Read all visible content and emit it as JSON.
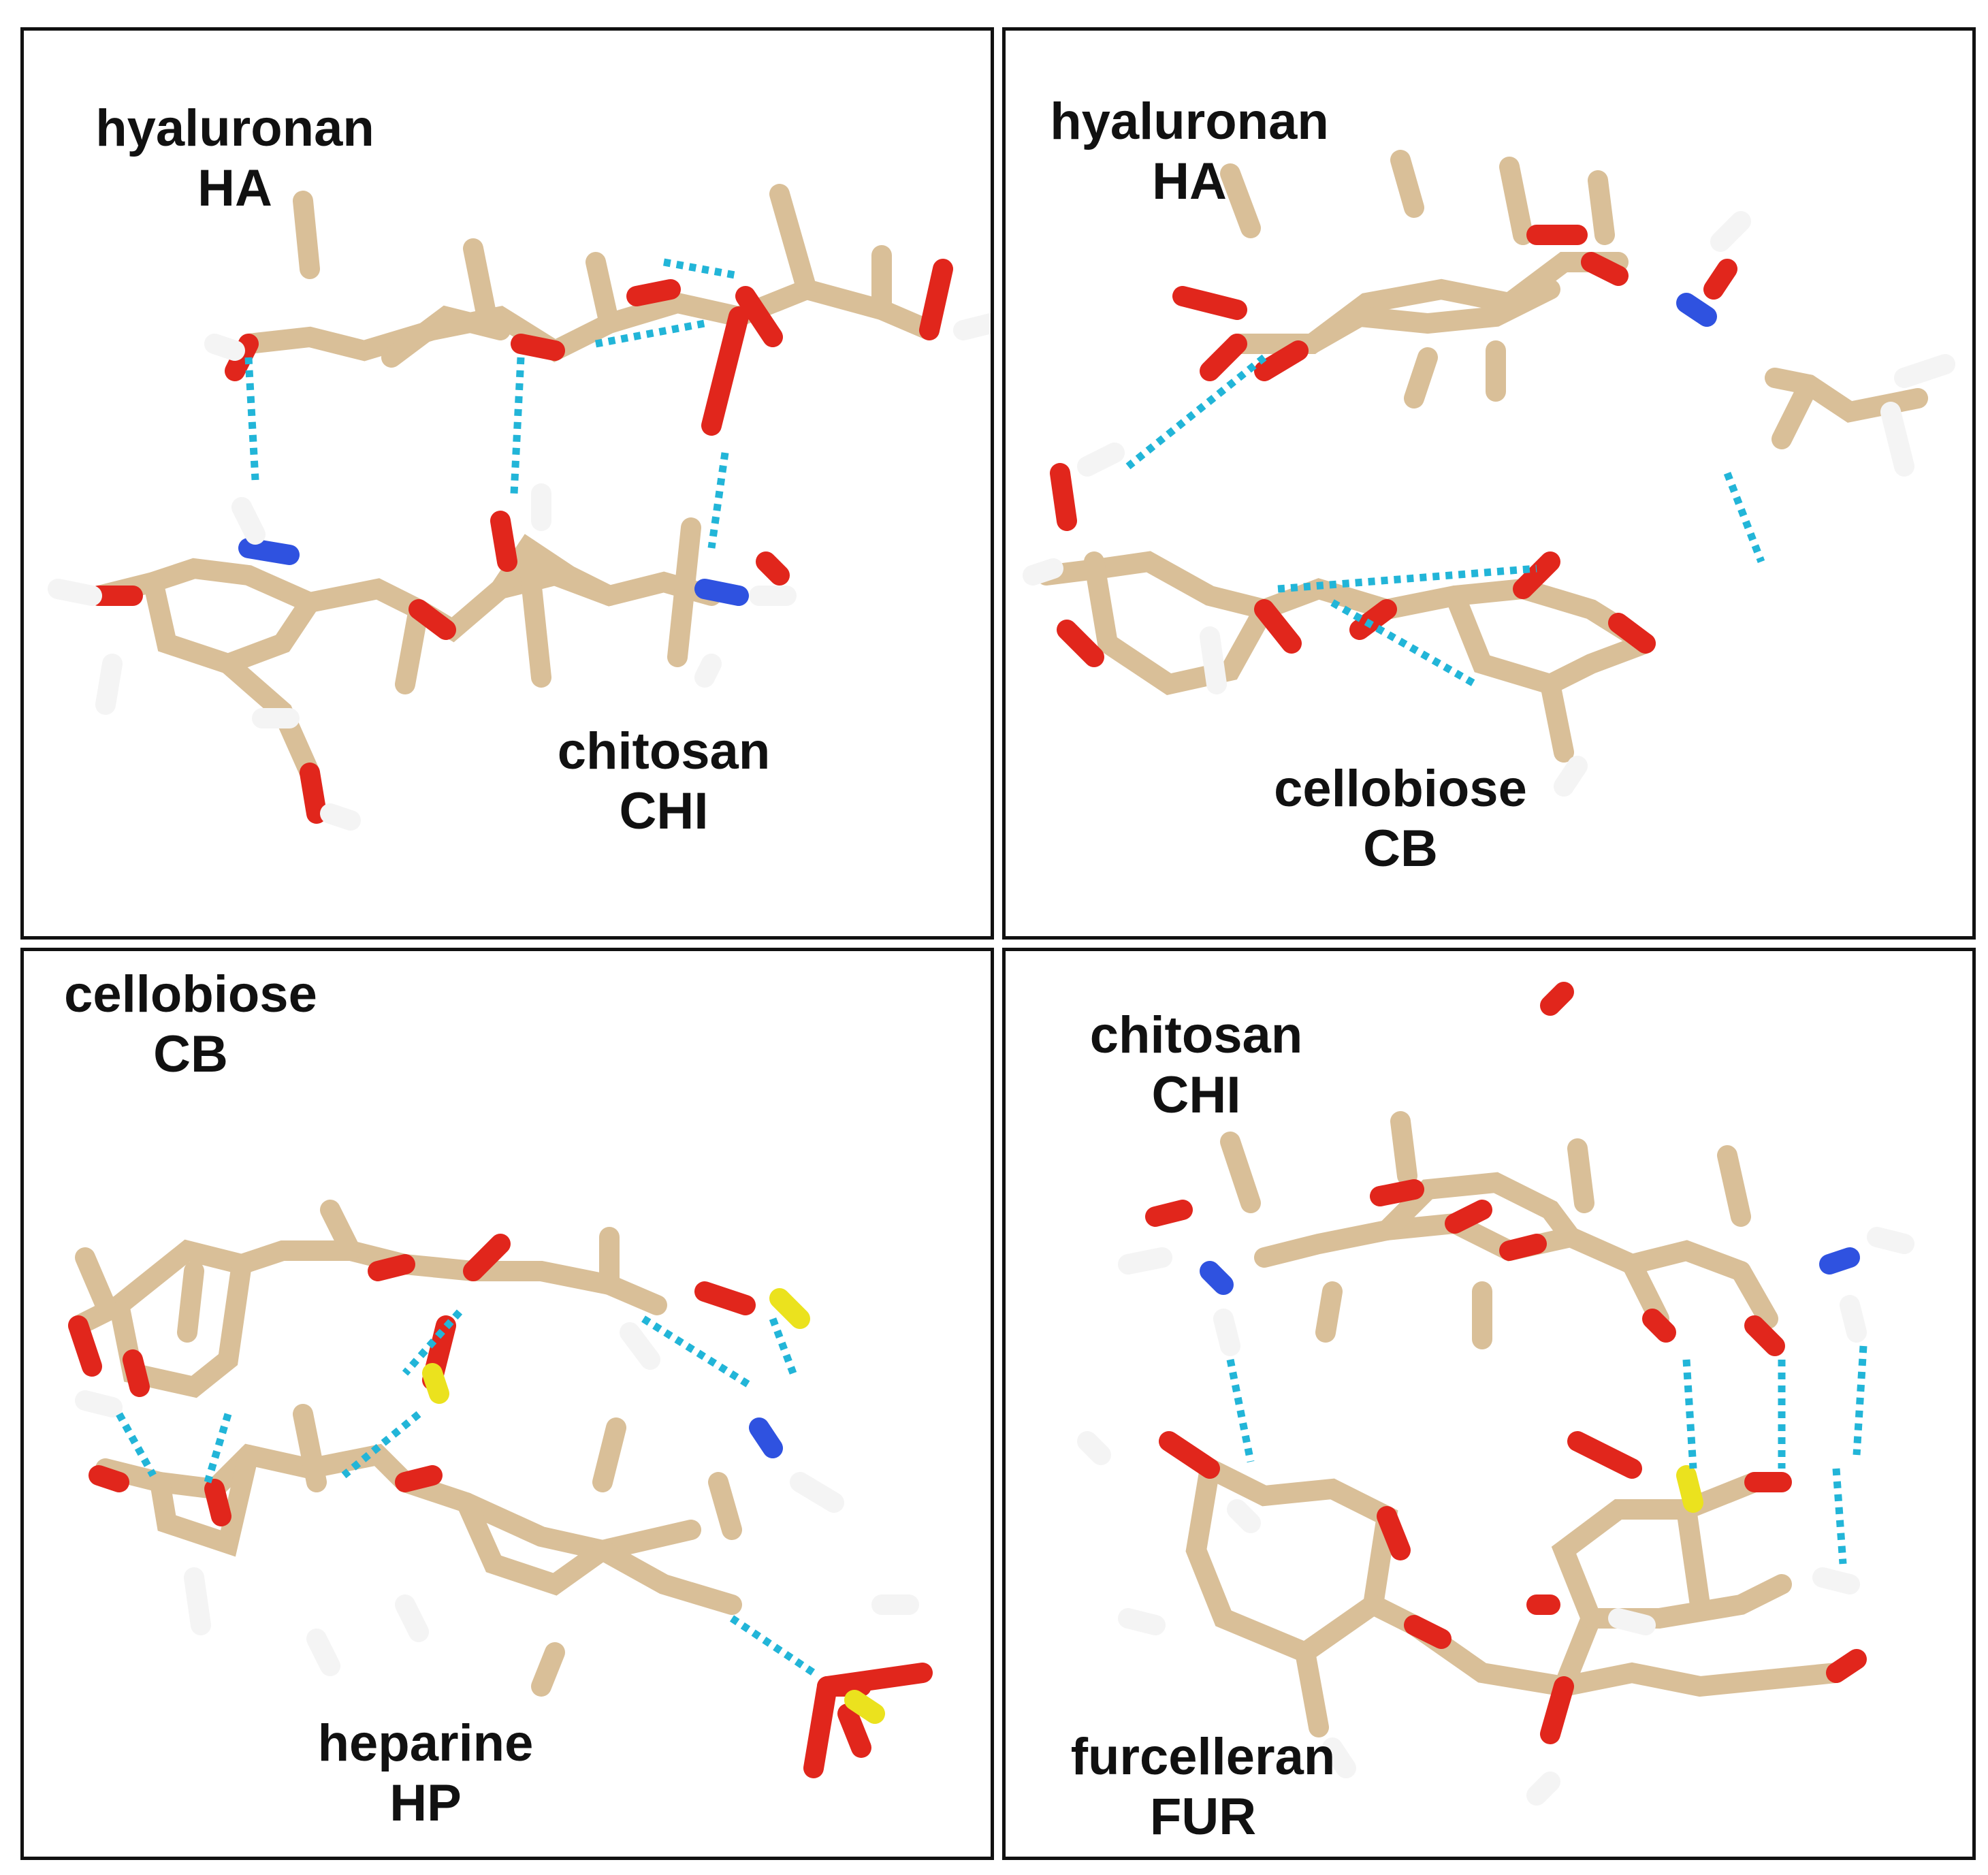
{
  "colors": {
    "carbon": "#d9bf98",
    "oxygen": "#e1261c",
    "hydrogen": "#f4f4f4",
    "nitrogen": "#2f52e0",
    "sulfur": "#ebe21e",
    "hbond": "#22b5d8"
  },
  "panels": [
    {
      "top": {
        "name": "hyaluronan",
        "abbr": "HA"
      },
      "bottom": {
        "name": "chitosan",
        "abbr": "CHI"
      }
    },
    {
      "top": {
        "name": "hyaluronan",
        "abbr": "HA"
      },
      "bottom": {
        "name": "cellobiose",
        "abbr": "CB"
      }
    },
    {
      "top": {
        "name": "cellobiose",
        "abbr": "CB"
      },
      "bottom": {
        "name": "heparine",
        "abbr": "HP"
      }
    },
    {
      "top": {
        "name": "chitosan",
        "abbr": "CHI"
      },
      "bottom": {
        "name": "furcelleran",
        "abbr": "FUR"
      }
    }
  ]
}
